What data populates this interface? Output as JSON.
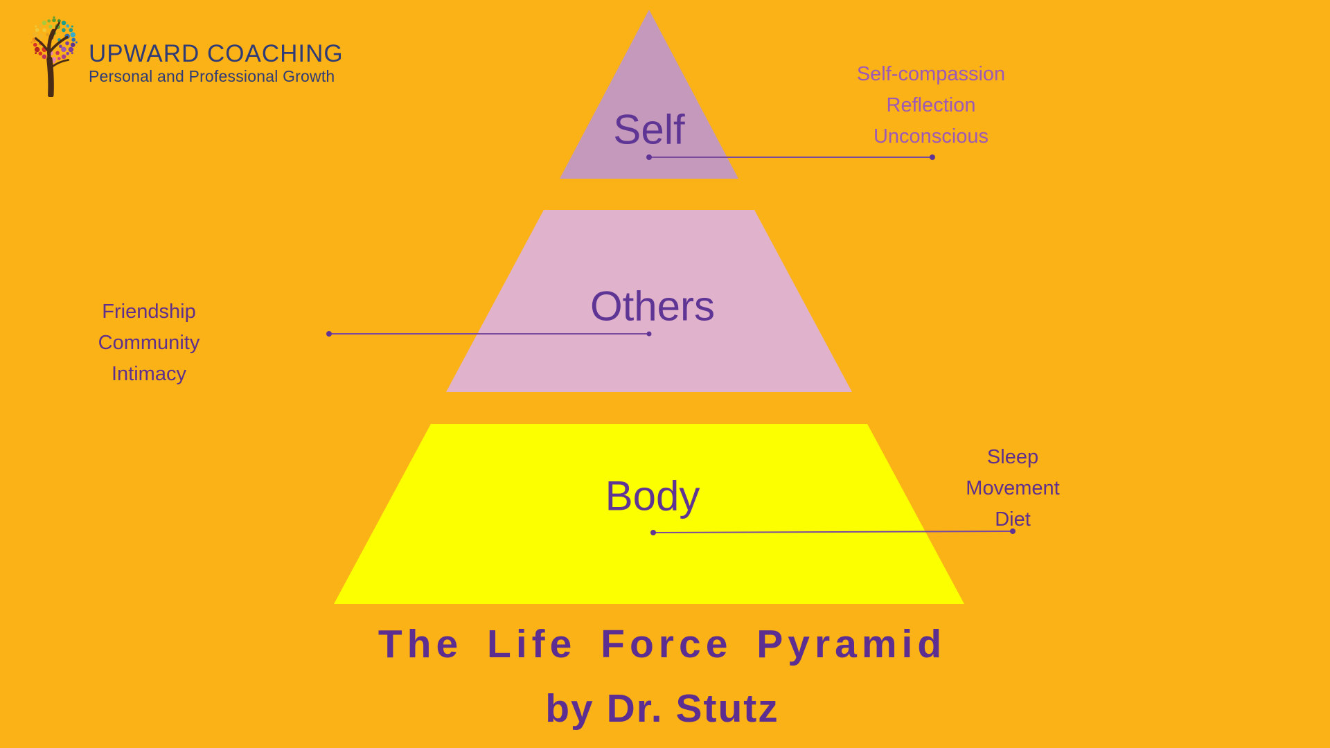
{
  "colors": {
    "background": "#FBB216",
    "tier-label": "#5E3494",
    "annotation-light": "#9C59B5",
    "annotation-dark": "#5E2F8C",
    "connector": "#7A4A9E",
    "connector-dot": "#5F3494",
    "title": "#5D2E91",
    "logo-text": "#2E3B76"
  },
  "logo": {
    "name": "UPWARD COACHING",
    "tagline": "Personal and Professional Growth"
  },
  "pyramid": {
    "tiers": [
      {
        "id": "self",
        "label": "Self",
        "fill": "#C499BB"
      },
      {
        "id": "others",
        "label": "Others",
        "fill": "#E0B2CC"
      },
      {
        "id": "body",
        "label": "Body",
        "fill": "#FBFF00"
      }
    ]
  },
  "annotations": {
    "self": {
      "items": [
        "Self-compassion",
        "Reflection",
        "Unconscious"
      ]
    },
    "others": {
      "items": [
        "Friendship",
        "Community",
        "Intimacy"
      ]
    },
    "body": {
      "items": [
        "Sleep",
        "Movement",
        "Diet"
      ]
    }
  },
  "title": {
    "line1": "The Life Force Pyramid",
    "line2": "by Dr. Stutz"
  }
}
